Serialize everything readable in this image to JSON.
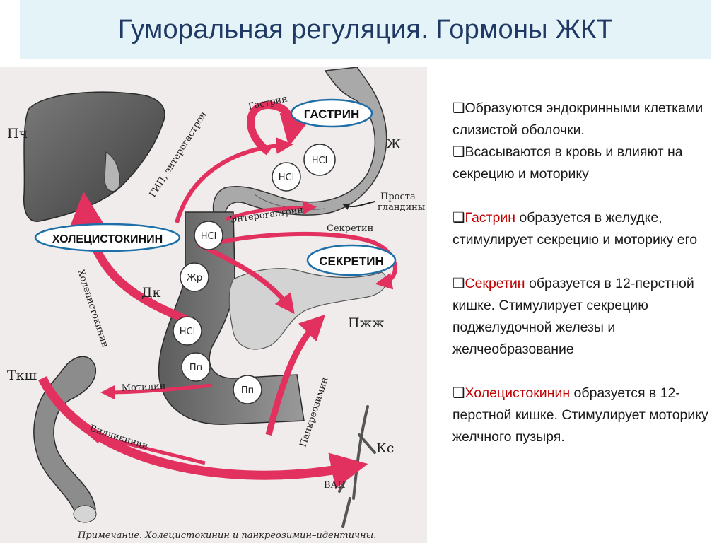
{
  "title": "Гуморальная регуляция. Гормоны ЖКТ",
  "diagram": {
    "callouts": {
      "gastrin": "ГАСТРИН",
      "cholecystokinin": "ХОЛЕЦИСТОКИНИН",
      "secretin": "СЕКРЕТИН"
    },
    "organ_labels": {
      "liver": "Пч",
      "stomach": "Ж",
      "duodenum": "Дк",
      "pancreas": "Пжж",
      "small_intestine": "Ткш",
      "vessel": "Кс",
      "prostaglandins_line1": "Проста-",
      "prostaglandins_line2": "гландины",
      "vap": "ВАП"
    },
    "arrow_labels": {
      "gastrin": "Гастрин",
      "gip": "ГИП, энтерогастрон",
      "enterogastrin": "Энтерогастрин",
      "secretin": "Секретин",
      "cholecystokinin": "Холецистокинин",
      "motilin": "Мотилин",
      "villikinin": "Вилликинин",
      "pancreozymin": "Панкреозимин"
    },
    "cell_labels": {
      "hcl": "НCl",
      "zhr": "Жр",
      "pp": "Пп"
    },
    "note": "Примечание. Холецистокинин и панкреозимин–идентичны."
  },
  "bullets": [
    {
      "marker": "❑",
      "text": "Образуются эндокринными клетками слизистой оболочки."
    },
    {
      "marker": "❑",
      "text": "Всасываются в кровь и влияют на секрецию и моторику"
    },
    {
      "marker": "❑",
      "term": "Гастрин",
      "text": " образуется в желудке, стимулирует секрецию и моторику его"
    },
    {
      "marker": "❑",
      "term": "Секретин",
      "text": " образуется в 12-перстной кишке. Стимулирует секрецию поджелудочной железы и желчеобразование"
    },
    {
      "marker": "❑",
      "term": "Холецистокинин",
      "text": " образуется в 12-перстной кишке. Стимулирует моторику желчного пузыря."
    }
  ],
  "colors": {
    "title": "#1f3864",
    "title_bar": "#e3f3f7",
    "term_highlight": "#c00000",
    "arrow": "#e2315f",
    "callout_border": "#1e6fa8"
  }
}
